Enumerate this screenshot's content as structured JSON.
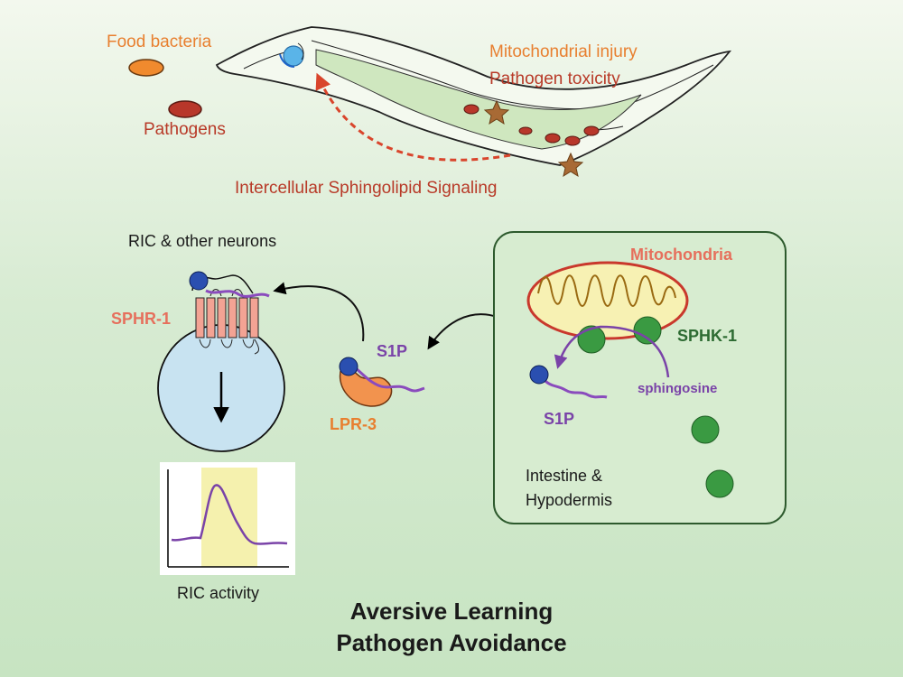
{
  "worm_panel": {
    "food_bacteria": "Food bacteria",
    "pathogens": "Pathogens",
    "injury_line1": "Mitochondrial injury",
    "injury_line2": "Pathogen toxicity",
    "signaling": "Intercellular Sphingolipid Signaling"
  },
  "neuron_panel": {
    "title": "RIC & other neurons",
    "receptor": "SPHR-1",
    "carrier_ligand": "S1P",
    "carrier": "LPR-3",
    "plot_caption": "RIC activity"
  },
  "tissue_panel": {
    "organelle": "Mitochondria",
    "kinase": "SPHK-1",
    "substrate": "sphingosine",
    "product": "S1P",
    "tissue_line1": "Intestine &",
    "tissue_line2": "Hypodermis"
  },
  "conclusion": {
    "line1": "Aversive Learning",
    "line2": "Pathogen Avoidance"
  },
  "colors": {
    "orange": "#e87f2f",
    "dark_red": "#b83a28",
    "green": "#3a8f3f",
    "purple": "#7a43a8",
    "salmon": "#e66f5c",
    "blue": "#2a4fb0"
  }
}
